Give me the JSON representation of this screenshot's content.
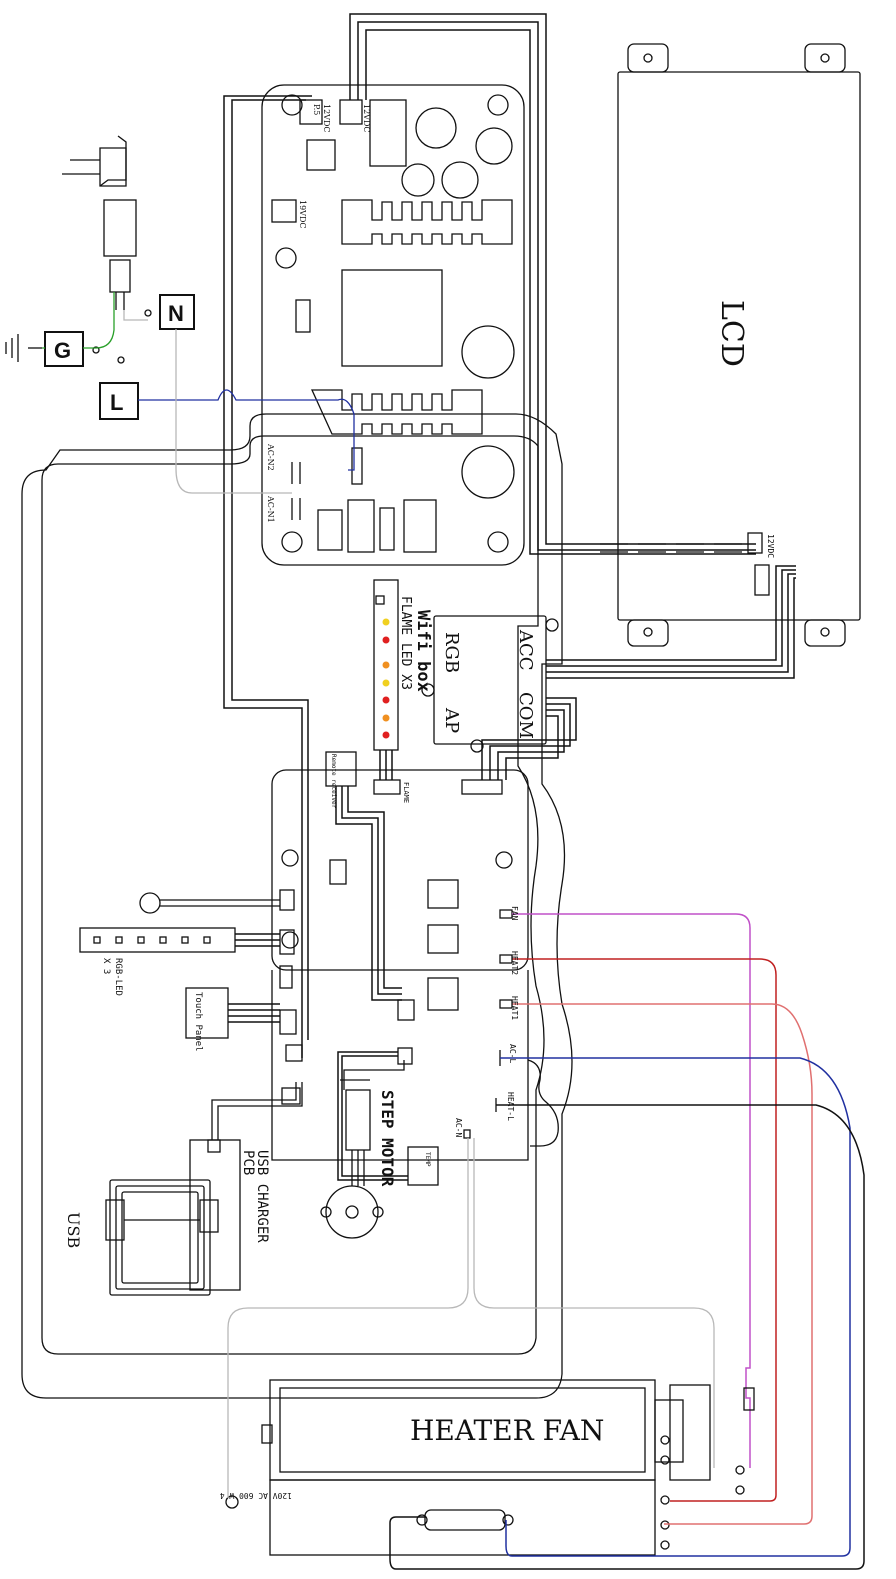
{
  "labels": {
    "n": "N",
    "g": "G",
    "l": "L",
    "lcd": "LCD",
    "lcd_12v": "12VDC",
    "rgb": "RGB",
    "wifi": "Wifi box",
    "ap": "AP",
    "com": "COM",
    "acc": "ACC",
    "flame_led": "FLAME LED X3",
    "flame": "FLAME",
    "psu_p5": "P.5",
    "psu_12v_a": "12VDC",
    "psu_12v_b": "12VDC",
    "psu_19v": "19VDC",
    "ac_n2": "AC-N2",
    "ac_n1": "AC-N1",
    "fan": "FAN",
    "heat2": "HEAT2",
    "heat1": "HEAT1",
    "ac_l": "AC-L",
    "heat_l": "HEAT-L",
    "ac_n": "AC-N",
    "remote": "Remote receiver",
    "rgb_led": "RGB-LED",
    "x3": "X 3",
    "touch": "Touch Panel",
    "step_motor": "STEP MOTOR",
    "temp": "TEMP",
    "usb_charger": "USB CHARGER",
    "pcb": "PCB",
    "usb": "USB",
    "heater_fan": "HEATER FAN",
    "heater_rating": "120V AC 600 W 4"
  },
  "colors": {
    "line": "#111111",
    "fan_wire": "#c050c8",
    "heat2_wire": "#c02020",
    "heat1_wire": "#e07070",
    "acl_wire": "#2030a0",
    "l_wire": "#2030a0",
    "ground_wire": "#2aa02a",
    "neutral_wire": "#b8b8b8",
    "led_red": "#e02020",
    "led_yellow": "#f0d020",
    "led_orange": "#f09020"
  }
}
